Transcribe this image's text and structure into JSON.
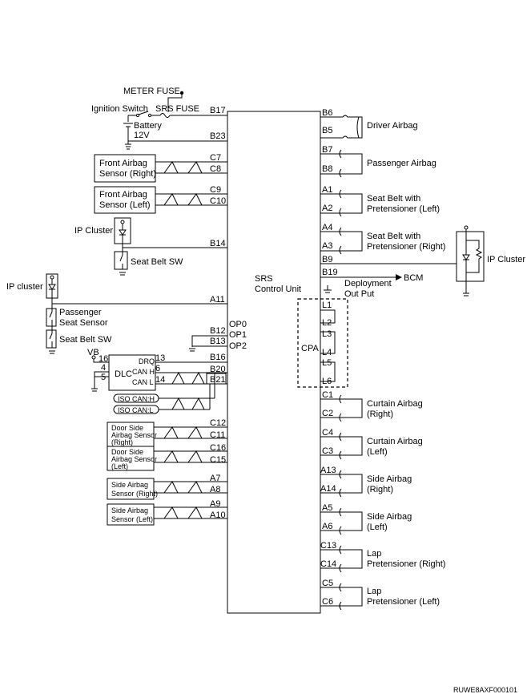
{
  "power": {
    "meter_fuse": "METER FUSE",
    "ignition_switch": "Ignition Switch",
    "srs_fuse": "SRS FUSE",
    "battery": "Battery",
    "battery_voltage": "12V"
  },
  "control_unit": {
    "line1": "SRS",
    "line2": "Control Unit"
  },
  "left_pins": {
    "b17": "B17",
    "b23": "B23",
    "c7": "C7",
    "c8": "C8",
    "c9": "C9",
    "c10": "C10",
    "b14": "B14",
    "a11": "A11",
    "b12": "B12",
    "b13": "B13",
    "b16": "B16",
    "b20": "B20",
    "b21": "B21",
    "c12": "C12",
    "c11": "C11",
    "c16": "C16",
    "c15": "C15",
    "a7": "A7",
    "a8": "A8",
    "a9": "A9",
    "a10": "A10"
  },
  "op_labels": {
    "op0": "OP0",
    "op1": "OP1",
    "op2": "OP2"
  },
  "right_pins": {
    "b6": "B6",
    "b5": "B5",
    "b7": "B7",
    "b8": "B8",
    "a1": "A1",
    "a2": "A2",
    "a4": "A4",
    "a3": "A3",
    "b9": "B9",
    "b19": "B19",
    "c1": "C1",
    "c2": "C2",
    "c4": "C4",
    "c3": "C3",
    "a13": "A13",
    "a14": "A14",
    "a5": "A5",
    "a6": "A6",
    "c13": "C13",
    "c14": "C14",
    "c5": "C5",
    "c6": "C6"
  },
  "cpa": {
    "label": "CPA",
    "l1": "L1",
    "l2": "L2",
    "l3": "L3",
    "l4": "L4",
    "l5": "L5",
    "l6": "L6"
  },
  "left_components": {
    "front_sensor_right_1": "Front Airbag",
    "front_sensor_right_2": "Sensor (Right)",
    "front_sensor_left_1": "Front Airbag",
    "front_sensor_left_2": "Sensor (Left)",
    "ip_cluster_1": "IP Cluster",
    "seat_belt_sw_1": "Seat Belt SW",
    "ip_cluster_2": "IP cluster",
    "passenger_sensor_1": "Passenger",
    "passenger_sensor_2": "Seat Sensor",
    "seat_belt_sw_2": "Seat Belt SW",
    "door_right_1": "Door Side",
    "door_right_2": "Airbag Sensor",
    "door_right_3": "(Right)",
    "door_left_1": "Door Side",
    "door_left_2": "Airbag Sensor",
    "door_left_3": "(Left)",
    "side_right_1": "Side Airbag",
    "side_right_2": "Sensor (Right)",
    "side_left_1": "Side Airbag",
    "side_left_2": "Sensor (Left)"
  },
  "dlc": {
    "label": "DLC",
    "vb": "VB",
    "drq": "DRQ",
    "can_h": "CAN H",
    "can_l": "CAN L",
    "p16": "16",
    "p4": "4",
    "p5": "5",
    "p13": "13",
    "p6": "6",
    "p14": "14",
    "iso_can_h": "ISO CAN:H",
    "iso_can_l": "ISO CAN:L"
  },
  "right_components": {
    "driver_airbag": "Driver Airbag",
    "passenger_airbag": "Passenger Airbag",
    "sbp_left_1": "Seat Belt with",
    "sbp_left_2": "Pretensioner (Left)",
    "sbp_right_1": "Seat Belt with",
    "sbp_right_2": "Pretensioner (Right)",
    "ip_cluster_3": "IP Cluster",
    "bcm": "BCM",
    "deployment_1": "Deployment",
    "deployment_2": "Out Put",
    "curtain_right_1": "Curtain Airbag",
    "curtain_right_2": "(Right)",
    "curtain_left_1": "Curtain Airbag",
    "curtain_left_2": "(Left)",
    "side_airbag_right_1": "Side Airbag",
    "side_airbag_right_2": "(Right)",
    "side_airbag_left_1": "Side Airbag",
    "side_airbag_left_2": "(Left)",
    "lap_right_1": "Lap",
    "lap_right_2": "Pretensioner (Right)",
    "lap_left_1": "Lap",
    "lap_left_2": "Pretensioner (Left)"
  },
  "figure_code": "RUWE8AXF000101"
}
